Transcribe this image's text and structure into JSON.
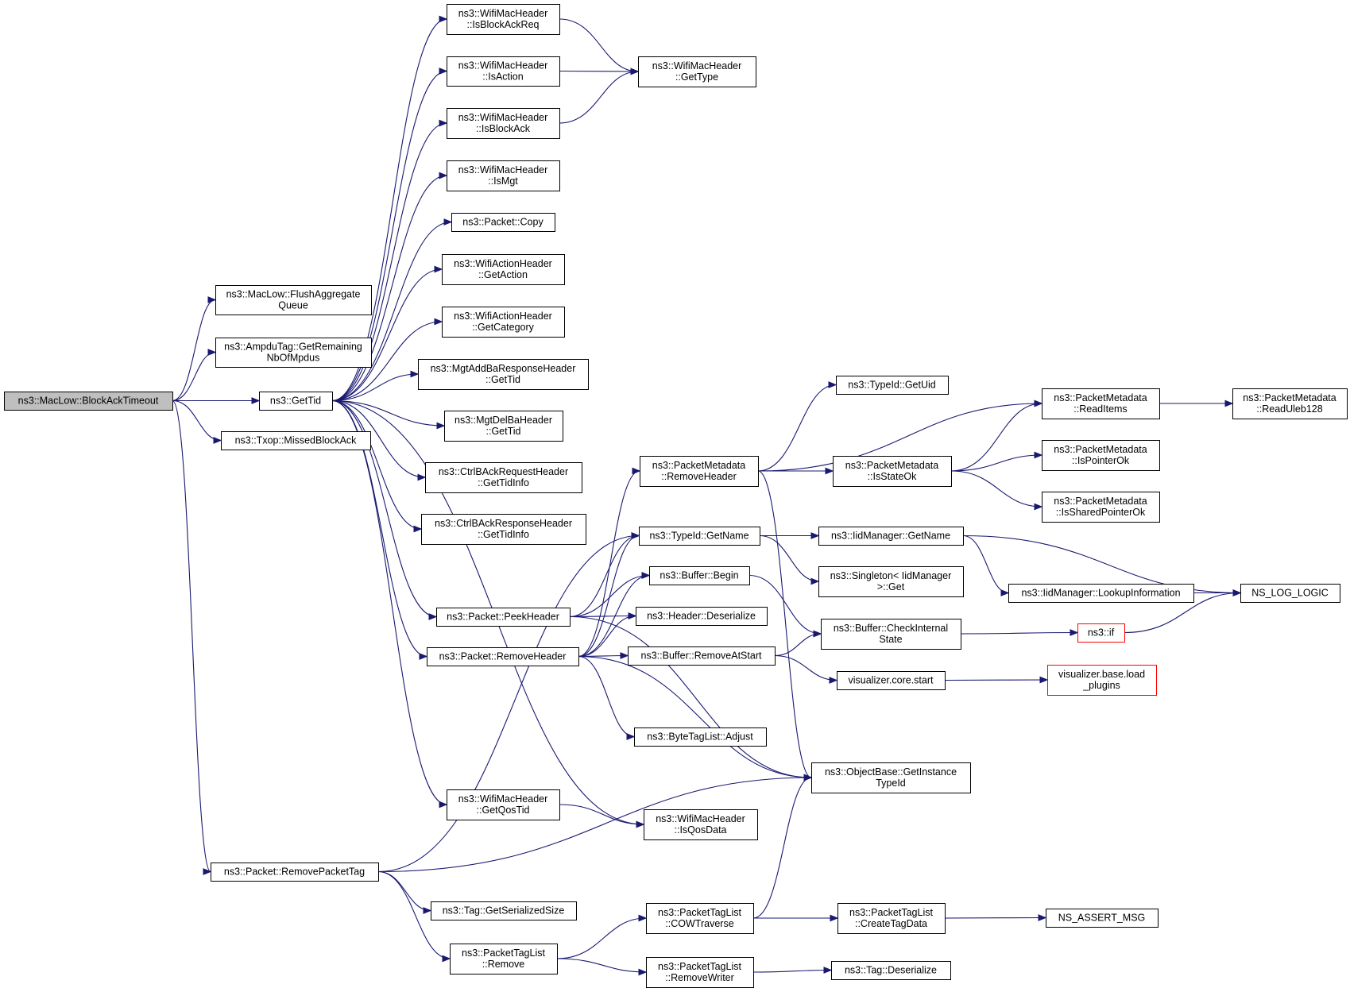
{
  "nodes": [
    {
      "id": "blockacktimeout",
      "lines": [
        "ns3::MacLow::BlockAckTimeout"
      ],
      "root": true
    },
    {
      "id": "flushaggregate",
      "lines": [
        "ns3::MacLow::FlushAggregate",
        "Queue"
      ]
    },
    {
      "id": "getremaining",
      "lines": [
        "ns3::AmpduTag::GetRemaining",
        "NbOfMpdus"
      ]
    },
    {
      "id": "gettid",
      "lines": [
        "ns3::GetTid"
      ]
    },
    {
      "id": "missedblockack",
      "lines": [
        "ns3::Txop::MissedBlockAck"
      ]
    },
    {
      "id": "removepackettag",
      "lines": [
        "ns3::Packet::RemovePacketTag"
      ]
    },
    {
      "id": "isblockackreq",
      "lines": [
        "ns3::WifiMacHeader",
        "::IsBlockAckReq"
      ]
    },
    {
      "id": "isaction",
      "lines": [
        "ns3::WifiMacHeader",
        "::IsAction"
      ]
    },
    {
      "id": "isblockack",
      "lines": [
        "ns3::WifiMacHeader",
        "::IsBlockAck"
      ]
    },
    {
      "id": "ismgt",
      "lines": [
        "ns3::WifiMacHeader",
        "::IsMgt"
      ]
    },
    {
      "id": "packetcopy",
      "lines": [
        "ns3::Packet::Copy"
      ]
    },
    {
      "id": "getaction",
      "lines": [
        "ns3::WifiActionHeader",
        "::GetAction"
      ]
    },
    {
      "id": "getcategory",
      "lines": [
        "ns3::WifiActionHeader",
        "::GetCategory"
      ]
    },
    {
      "id": "addbagettid",
      "lines": [
        "ns3::MgtAddBaResponseHeader",
        "::GetTid"
      ]
    },
    {
      "id": "delbagettid",
      "lines": [
        "ns3::MgtDelBaHeader",
        "::GetTid"
      ]
    },
    {
      "id": "reqgettidinfo",
      "lines": [
        "ns3::CtrlBAckRequestHeader",
        "::GetTidInfo"
      ]
    },
    {
      "id": "respgettidinfo",
      "lines": [
        "ns3::CtrlBAckResponseHeader",
        "::GetTidInfo"
      ]
    },
    {
      "id": "peekheader",
      "lines": [
        "ns3::Packet::PeekHeader"
      ]
    },
    {
      "id": "removeheader",
      "lines": [
        "ns3::Packet::RemoveHeader"
      ]
    },
    {
      "id": "getqostid",
      "lines": [
        "ns3::WifiMacHeader",
        "::GetQosTid"
      ]
    },
    {
      "id": "gettype",
      "lines": [
        "ns3::WifiMacHeader",
        "::GetType"
      ]
    },
    {
      "id": "pmremoveheader",
      "lines": [
        "ns3::PacketMetadata",
        "::RemoveHeader"
      ]
    },
    {
      "id": "typeidgetname",
      "lines": [
        "ns3::TypeId::GetName"
      ]
    },
    {
      "id": "bufferbegin",
      "lines": [
        "ns3::Buffer::Begin"
      ]
    },
    {
      "id": "headerdeserialize",
      "lines": [
        "ns3::Header::Deserialize"
      ]
    },
    {
      "id": "removeatstart",
      "lines": [
        "ns3::Buffer::RemoveAtStart"
      ]
    },
    {
      "id": "adjust",
      "lines": [
        "ns3::ByteTagList::Adjust"
      ]
    },
    {
      "id": "isqosdata",
      "lines": [
        "ns3::WifiMacHeader",
        "::IsQosData"
      ]
    },
    {
      "id": "getserializedsize",
      "lines": [
        "ns3::Tag::GetSerializedSize"
      ]
    },
    {
      "id": "ptlremove",
      "lines": [
        "ns3::PacketTagList",
        "::Remove"
      ]
    },
    {
      "id": "getuid",
      "lines": [
        "ns3::TypeId::GetUid"
      ]
    },
    {
      "id": "isstateok",
      "lines": [
        "ns3::PacketMetadata",
        "::IsStateOk"
      ]
    },
    {
      "id": "iidgetname",
      "lines": [
        "ns3::IidManager::GetName"
      ]
    },
    {
      "id": "singletonget",
      "lines": [
        "ns3::Singleton< IidManager",
        ">::Get"
      ]
    },
    {
      "id": "checkinternal",
      "lines": [
        "ns3::Buffer::CheckInternal",
        "State"
      ]
    },
    {
      "id": "vizstart",
      "lines": [
        "visualizer.core.start"
      ]
    },
    {
      "id": "getinstancetypeid",
      "lines": [
        "ns3::ObjectBase::GetInstance",
        "TypeId"
      ]
    },
    {
      "id": "cowtraverse",
      "lines": [
        "ns3::PacketTagList",
        "::COWTraverse"
      ]
    },
    {
      "id": "removewriter",
      "lines": [
        "ns3::PacketTagList",
        "::RemoveWriter"
      ]
    },
    {
      "id": "createtagdata",
      "lines": [
        "ns3::PacketTagList",
        "::CreateTagData"
      ]
    },
    {
      "id": "tagdeserialize",
      "lines": [
        "ns3::Tag::Deserialize"
      ]
    },
    {
      "id": "readitems",
      "lines": [
        "ns3::PacketMetadata",
        "::ReadItems"
      ]
    },
    {
      "id": "ispointerok",
      "lines": [
        "ns3::PacketMetadata",
        "::IsPointerOk"
      ]
    },
    {
      "id": "issharedpointerok",
      "lines": [
        "ns3::PacketMetadata",
        "::IsSharedPointerOk"
      ]
    },
    {
      "id": "lookupinformation",
      "lines": [
        "ns3::IidManager::LookupInformation"
      ]
    },
    {
      "id": "nsif",
      "lines": [
        "ns3::if"
      ],
      "red": true
    },
    {
      "id": "loadplugins",
      "lines": [
        "visualizer.base.load",
        "_plugins"
      ],
      "red": true
    },
    {
      "id": "readuleb128",
      "lines": [
        "ns3::PacketMetadata",
        "::ReadUleb128"
      ]
    },
    {
      "id": "nsloglogic",
      "lines": [
        "NS_LOG_LOGIC"
      ]
    },
    {
      "id": "nsassertmsg",
      "lines": [
        "NS_ASSERT_MSG"
      ]
    }
  ],
  "edges": [
    [
      "blockacktimeout",
      "flushaggregate"
    ],
    [
      "blockacktimeout",
      "getremaining"
    ],
    [
      "blockacktimeout",
      "gettid"
    ],
    [
      "blockacktimeout",
      "missedblockack"
    ],
    [
      "blockacktimeout",
      "removepackettag"
    ],
    [
      "gettid",
      "isblockackreq"
    ],
    [
      "gettid",
      "isaction"
    ],
    [
      "gettid",
      "isblockack"
    ],
    [
      "gettid",
      "ismgt"
    ],
    [
      "gettid",
      "packetcopy"
    ],
    [
      "gettid",
      "getaction"
    ],
    [
      "gettid",
      "getcategory"
    ],
    [
      "gettid",
      "addbagettid"
    ],
    [
      "gettid",
      "delbagettid"
    ],
    [
      "gettid",
      "reqgettidinfo"
    ],
    [
      "gettid",
      "respgettidinfo"
    ],
    [
      "gettid",
      "peekheader"
    ],
    [
      "gettid",
      "removeheader"
    ],
    [
      "gettid",
      "getqostid"
    ],
    [
      "gettid",
      "isqosdata"
    ],
    [
      "isblockackreq",
      "gettype"
    ],
    [
      "isaction",
      "gettype"
    ],
    [
      "isblockack",
      "gettype"
    ],
    [
      "peekheader",
      "typeidgetname"
    ],
    [
      "peekheader",
      "bufferbegin"
    ],
    [
      "peekheader",
      "headerdeserialize"
    ],
    [
      "peekheader",
      "getinstancetypeid"
    ],
    [
      "removeheader",
      "pmremoveheader"
    ],
    [
      "removeheader",
      "typeidgetname"
    ],
    [
      "removeheader",
      "bufferbegin"
    ],
    [
      "removeheader",
      "headerdeserialize"
    ],
    [
      "removeheader",
      "removeatstart"
    ],
    [
      "removeheader",
      "adjust"
    ],
    [
      "removeheader",
      "getinstancetypeid"
    ],
    [
      "getqostid",
      "isqosdata"
    ],
    [
      "removepackettag",
      "typeidgetname"
    ],
    [
      "removepackettag",
      "getinstancetypeid"
    ],
    [
      "removepackettag",
      "getserializedsize"
    ],
    [
      "removepackettag",
      "ptlremove"
    ],
    [
      "pmremoveheader",
      "getuid"
    ],
    [
      "pmremoveheader",
      "readitems"
    ],
    [
      "pmremoveheader",
      "isstateok"
    ],
    [
      "pmremoveheader",
      "getinstancetypeid"
    ],
    [
      "isstateok",
      "readitems"
    ],
    [
      "isstateok",
      "ispointerok"
    ],
    [
      "isstateok",
      "issharedpointerok"
    ],
    [
      "readitems",
      "readuleb128"
    ],
    [
      "typeidgetname",
      "iidgetname"
    ],
    [
      "typeidgetname",
      "singletonget"
    ],
    [
      "iidgetname",
      "lookupinformation"
    ],
    [
      "iidgetname",
      "nsloglogic"
    ],
    [
      "lookupinformation",
      "nsloglogic"
    ],
    [
      "bufferbegin",
      "checkinternal"
    ],
    [
      "removeatstart",
      "checkinternal"
    ],
    [
      "removeatstart",
      "vizstart"
    ],
    [
      "checkinternal",
      "nsif"
    ],
    [
      "nsif",
      "nsloglogic"
    ],
    [
      "vizstart",
      "loadplugins"
    ],
    [
      "ptlremove",
      "cowtraverse"
    ],
    [
      "ptlremove",
      "removewriter"
    ],
    [
      "cowtraverse",
      "getinstancetypeid"
    ],
    [
      "cowtraverse",
      "createtagdata"
    ],
    [
      "createtagdata",
      "nsassertmsg"
    ],
    [
      "removewriter",
      "tagdeserialize"
    ]
  ]
}
